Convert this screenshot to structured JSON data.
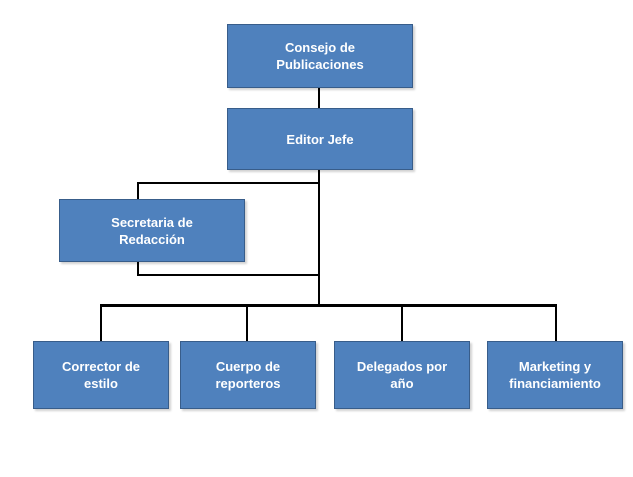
{
  "diagram": {
    "colors": {
      "box_fill": "#4f81bd",
      "box_border": "#385d8a",
      "box_text": "#ffffff",
      "connector": "#000000"
    },
    "nodes": {
      "consejo": "Consejo de\nPublicaciones",
      "editor": "Editor Jefe",
      "secretaria": "Secretaria de\nRedacción",
      "corrector": "Corrector de\nestilo",
      "cuerpo": "Cuerpo de\nreporteros",
      "delegados": "Delegados por\naño",
      "marketing": "Marketing y\nfinanciamiento"
    }
  }
}
